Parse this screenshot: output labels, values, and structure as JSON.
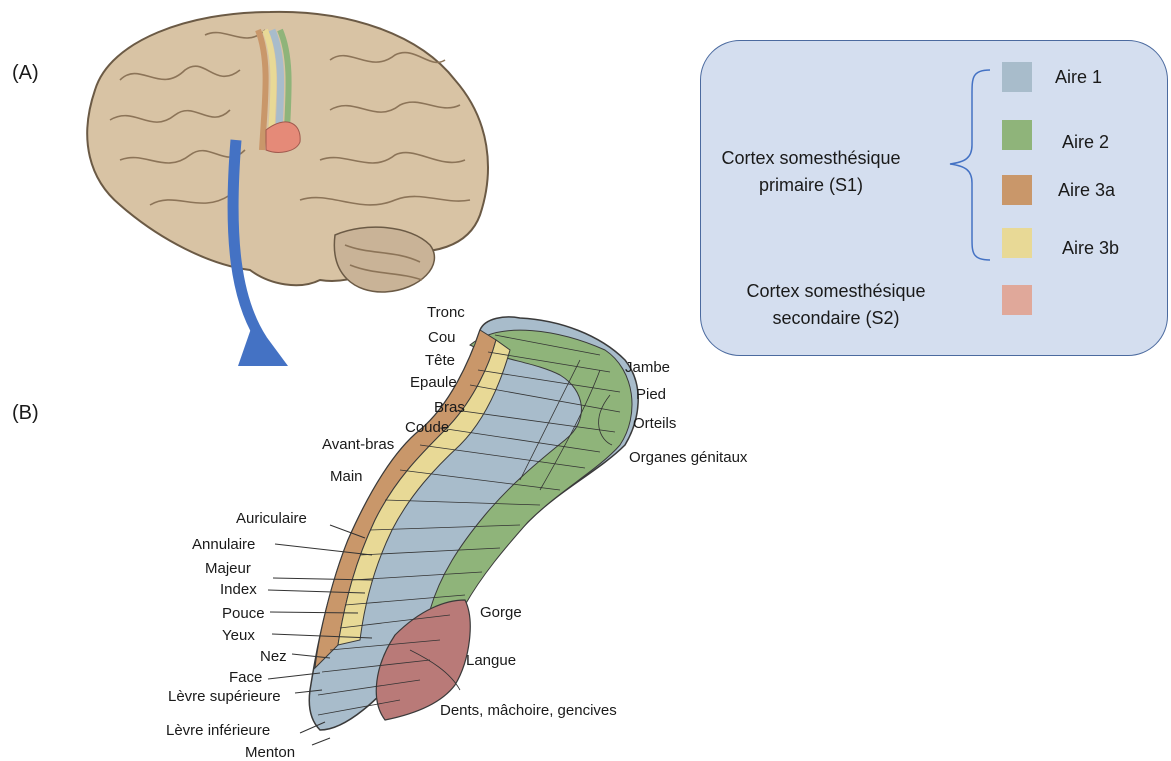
{
  "panels": {
    "a": "(A)",
    "b": "(B)"
  },
  "legend": {
    "primary_label_line1": "Cortex somesthésique",
    "primary_label_line2": "primaire (S1)",
    "secondary_label_line1": "Cortex somesthésique",
    "secondary_label_line2": "secondaire (S2)",
    "areas": [
      {
        "label": "Aire 1",
        "color": "#a8bccb"
      },
      {
        "label": "Aire 2",
        "color": "#8fb47a"
      },
      {
        "label": "Aire 3a",
        "color": "#c9976a"
      },
      {
        "label": "Aire 3b",
        "color": "#e8d996"
      }
    ],
    "s2": {
      "color": "#e0a89a"
    }
  },
  "body_parts_left": [
    "Tronc",
    "Cou",
    "Tête",
    "Epaule",
    "Bras",
    "Coude",
    "Avant-bras",
    "Main",
    "Auriculaire",
    "Annulaire",
    "Majeur",
    "Index",
    "Pouce",
    "Yeux",
    "Nez",
    "Face",
    "Lèvre supérieure",
    "Lèvre inférieure",
    "Menton"
  ],
  "body_parts_right": [
    "Jambe",
    "Pied",
    "Orteils",
    "Organes génitaux",
    "Gorge",
    "Langue",
    "Dents, mâchoire, gencives"
  ]
}
